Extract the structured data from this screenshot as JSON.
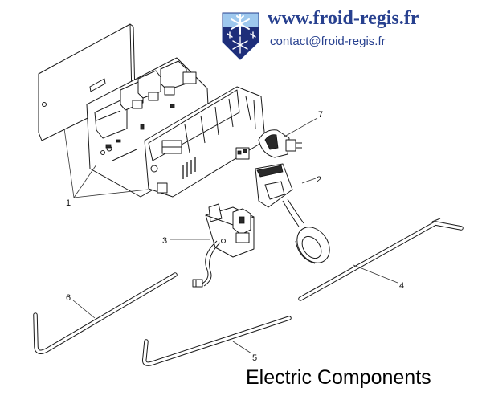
{
  "header": {
    "url": "www.froid-regis.fr",
    "contact": "contact@froid-regis.fr",
    "logo_icon": "snowflake-logo-icon"
  },
  "callouts": [
    "1",
    "2",
    "3",
    "4",
    "5",
    "6",
    "7"
  ],
  "caption": "Electric Components",
  "colors": {
    "brand_blue": "#27408f",
    "logo_light": "#9ec8ee",
    "logo_dark": "#1e2e7a"
  }
}
